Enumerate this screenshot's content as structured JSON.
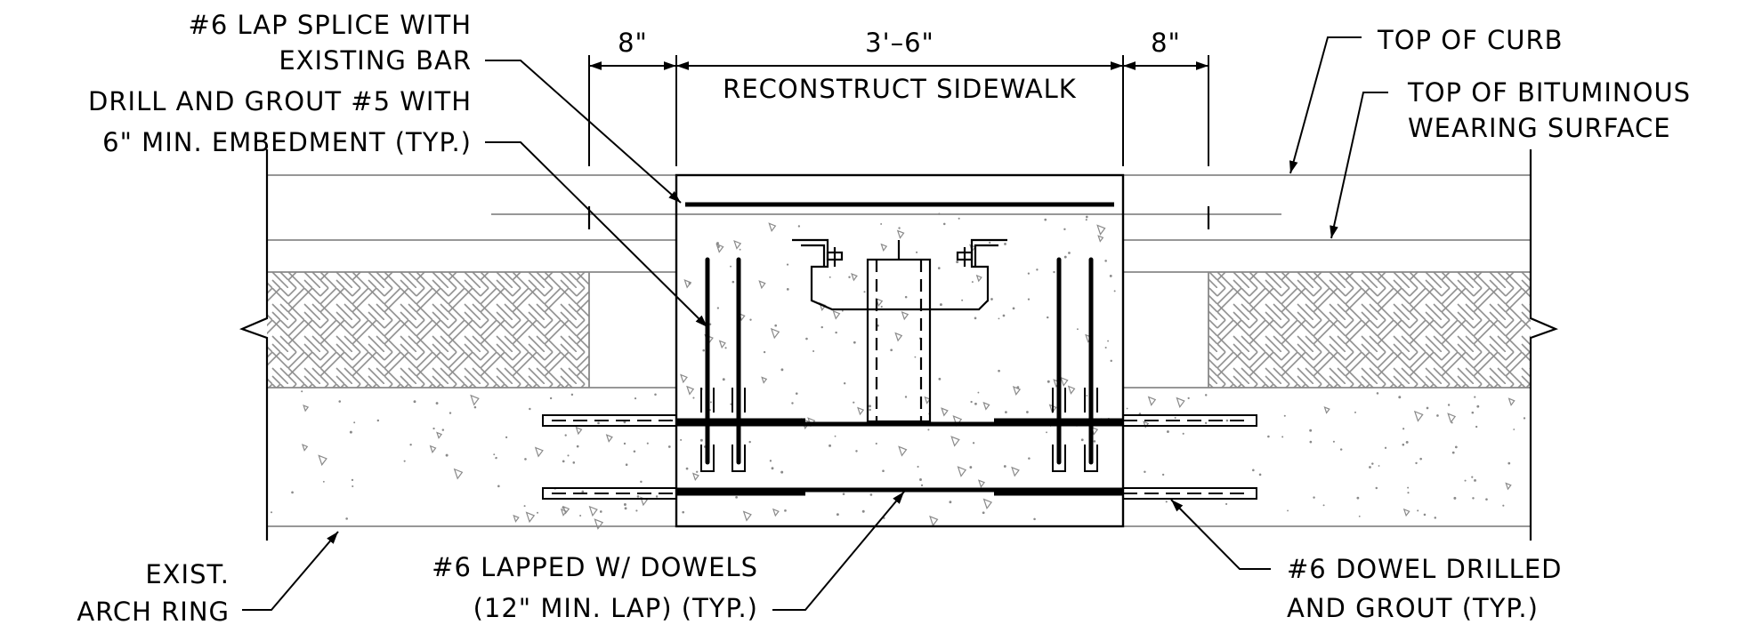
{
  "dimensions": {
    "left_offset": "8\"",
    "width": "3'–6\"",
    "right_offset": "8\"",
    "span_label": "RECONSTRUCT SIDEWALK"
  },
  "callouts": {
    "lap_splice": [
      "#6 LAP SPLICE WITH",
      "EXISTING BAR"
    ],
    "drill_grout": [
      "DRILL AND GROUT #5 WITH",
      "6\" MIN. EMBEDMENT (TYP.)"
    ],
    "top_of_curb": [
      "TOP OF CURB"
    ],
    "top_bituminous": [
      "TOP OF BITUMINOUS",
      "WEARING SURFACE"
    ],
    "exist_arch": [
      "EXIST.",
      "ARCH RING"
    ],
    "lapped_dowels": [
      "#6 LAPPED W/ DOWELS",
      "(12\" MIN. LAP) (TYP.)"
    ],
    "dowel_drilled": [
      "#6 DOWEL DRILLED",
      "AND GROUT (TYP.)"
    ]
  },
  "colors": {
    "ink": "#000000",
    "thin_line": "#888888",
    "concrete_speckle": "#8a8a8a",
    "hatch": "#909090"
  }
}
